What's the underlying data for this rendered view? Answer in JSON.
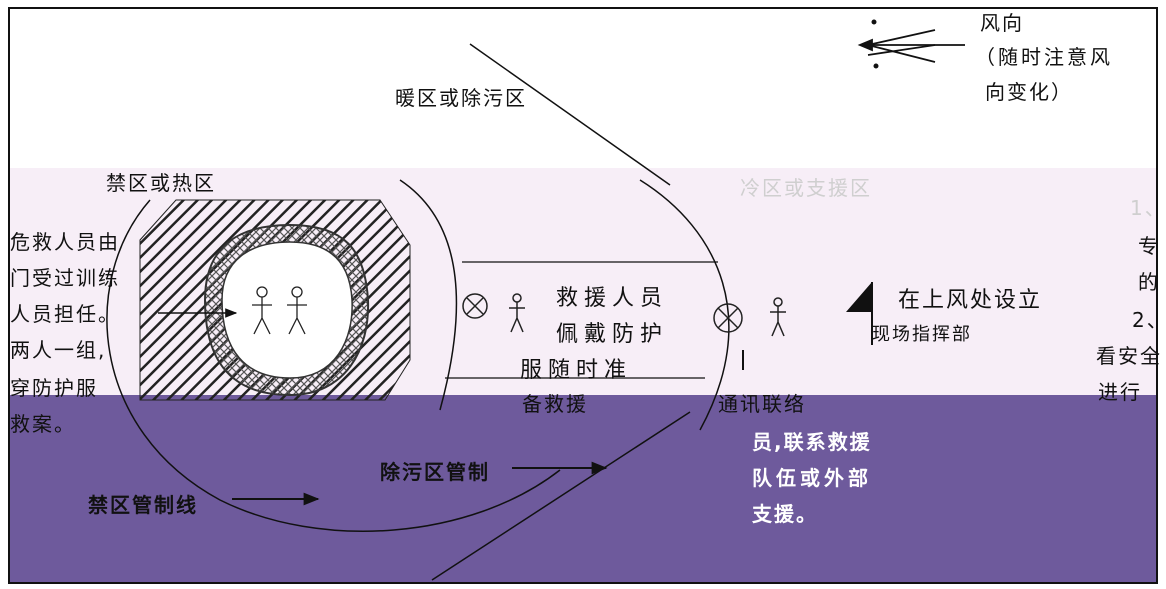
{
  "wind": {
    "line1": "风向",
    "line2": "（随时注意风",
    "line3": "向变化）"
  },
  "zones": {
    "warm": "暖区或除污区",
    "hot": "禁区或热区",
    "cold": "冷区或支援区"
  },
  "left_text": [
    "危救人员由",
    "门受过训练",
    "人员担任。",
    "两人一组,",
    "穿防护服",
    "救案。"
  ],
  "rescue_text": [
    "救援人员",
    "佩戴防护",
    "服随时准",
    "备救援"
  ],
  "upwind_text": [
    "在上风处设立",
    "现场指挥部"
  ],
  "comm_text": [
    "通讯联络",
    "员,联系救援",
    "队伍或外部",
    "支援。"
  ],
  "right_text": [
    "1、",
    "专",
    "的",
    "2、",
    "看安全",
    "进行"
  ],
  "control_lines": {
    "decon": "除污区管制",
    "hot": "禁区管制线"
  },
  "colors": {
    "pink_band": "#f7eef7",
    "purple_band": "#6e5a9c"
  }
}
